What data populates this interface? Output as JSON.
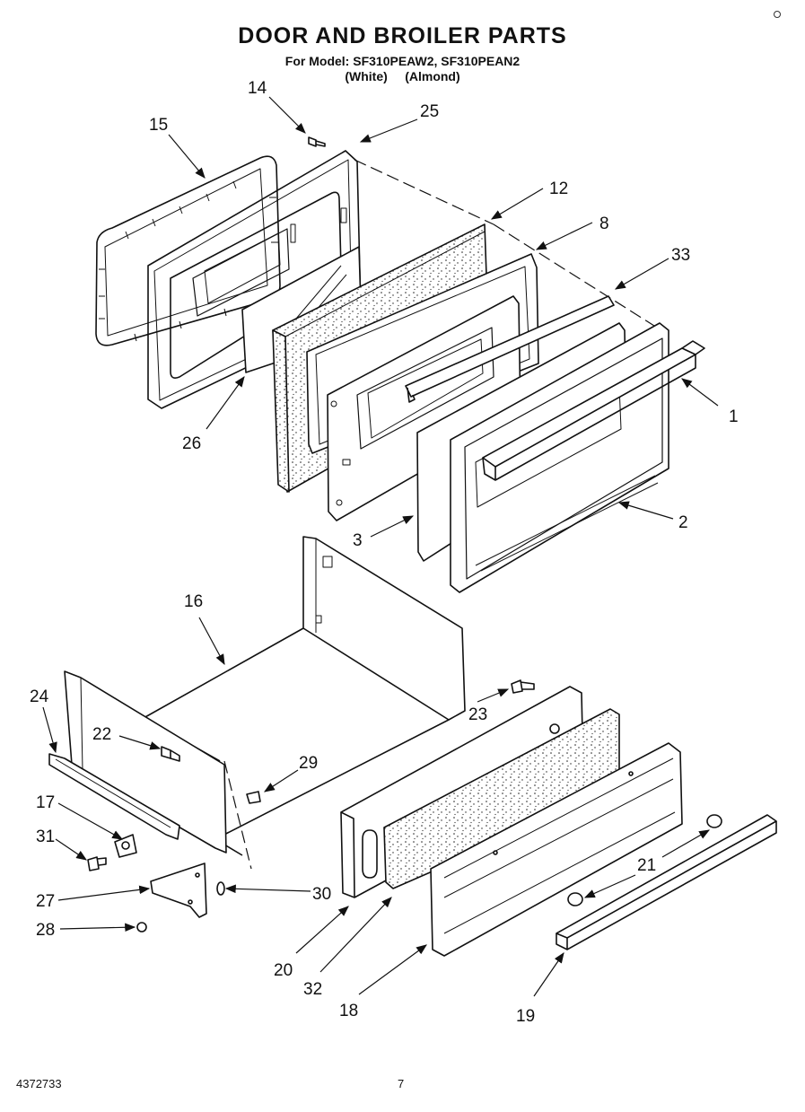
{
  "header": {
    "title": "DOOR AND BROILER PARTS",
    "model_line": "For Model: SF310PEAW2, SF310PEAN2",
    "color_line": "(White)     (Almond)"
  },
  "callouts": {
    "c1": "1",
    "c2": "2",
    "c3": "3",
    "c8": "8",
    "c12": "12",
    "c14": "14",
    "c15": "15",
    "c16": "16",
    "c17": "17",
    "c18": "18",
    "c19": "19",
    "c20": "20",
    "c21": "21",
    "c22": "22",
    "c23": "23",
    "c24": "24",
    "c25": "25",
    "c26": "26",
    "c27": "27",
    "c28": "28",
    "c29": "29",
    "c30": "30",
    "c31": "31",
    "c32": "32",
    "c33": "33"
  },
  "footer": {
    "doc_number": "4372733",
    "page_number": "7"
  }
}
